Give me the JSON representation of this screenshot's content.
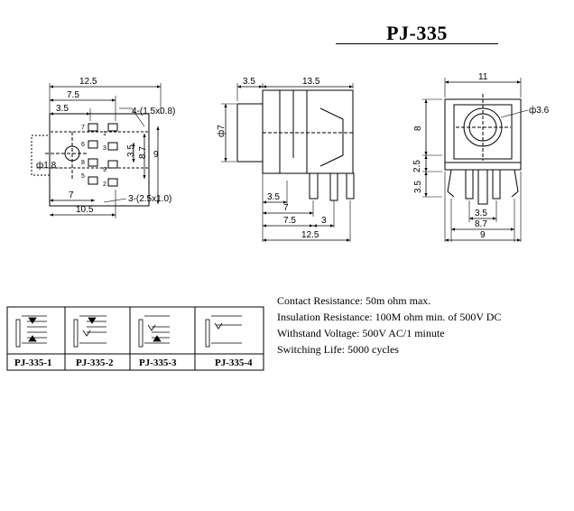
{
  "title": "PJ-335",
  "front_view": {
    "dim_width_total": "12.5",
    "dim_width_mid": "7.5",
    "dim_width_left": "3.5",
    "dim_width_bottom_left": "7",
    "dim_width_bottom": "10.5",
    "dim_height_right": "9",
    "dim_height_mid": "8.7",
    "dim_height_small": "3.5",
    "dim_hole": "ф1.8",
    "callout_top": "4-(1.5x0.8)",
    "callout_bottom": "3-(2.5x1.0)",
    "pin_labels": [
      "7",
      "1",
      "6",
      "3",
      "8",
      "5",
      "9",
      "2"
    ]
  },
  "side_view": {
    "dim_top_left": "3.5",
    "dim_top_right": "13.5",
    "dim_diameter": "ф7",
    "dim_pin1": "3.5",
    "dim_pin2": "7",
    "dim_pin3": "7.5",
    "dim_pin3b": "3",
    "dim_total": "12.5"
  },
  "end_view": {
    "dim_width_top": "11",
    "dim_hole": "ф3.6",
    "dim_height_body": "8",
    "dim_height_a": "2.5",
    "dim_height_b": "3.5",
    "dim_pin_small": "3.5",
    "dim_pin_mid": "8.7",
    "dim_total": "9"
  },
  "variants": [
    "PJ-335-1",
    "PJ-335-2",
    "PJ-335-3",
    "PJ-335-4"
  ],
  "specs": [
    "Contact Resistance:     50m ohm max.",
    "Insulation Resistance: 100M ohm min. of 500V DC",
    "Withstand Voltage: 500V AC/1 minute",
    "Switching Life: 5000 cycles"
  ]
}
